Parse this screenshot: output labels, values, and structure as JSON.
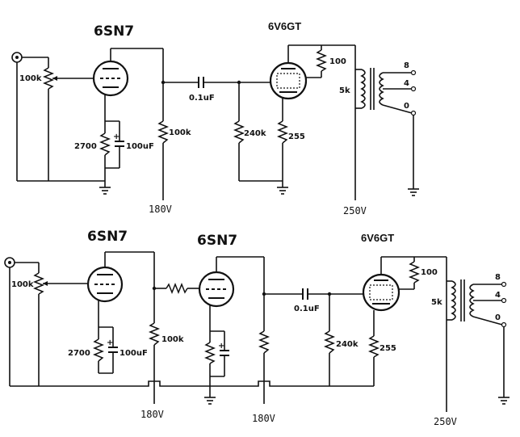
{
  "top": {
    "driver_tube": "6SN7",
    "output_tube": "6V6GT",
    "volume_pot": "100k",
    "cathode_resistor": "2700",
    "cathode_cap": "100uF",
    "plate_resistor": "100k",
    "coupling_cap": "0.1uF",
    "grid_resistor": "240k",
    "output_cathode_resistor": "255",
    "screen_resistor": "100",
    "transformer": "5k",
    "tap_8": "8",
    "tap_4": "4",
    "tap_0": "0",
    "supply_driver": "180V",
    "supply_output": "250V"
  },
  "bottom": {
    "tube1": "6SN7",
    "tube2": "6SN7",
    "output_tube": "6V6GT",
    "volume_pot": "100k",
    "cathode_resistor": "2700",
    "cathode_cap": "100uF",
    "plate_resistor": "100k",
    "coupling_cap": "0.1uF",
    "grid_resistor": "240k",
    "output_cathode_resistor": "255",
    "screen_resistor": "100",
    "transformer": "5k",
    "tap_8": "8",
    "tap_4": "4",
    "tap_0": "0",
    "supply_1": "180V",
    "supply_2": "180V",
    "supply_output": "250V"
  }
}
